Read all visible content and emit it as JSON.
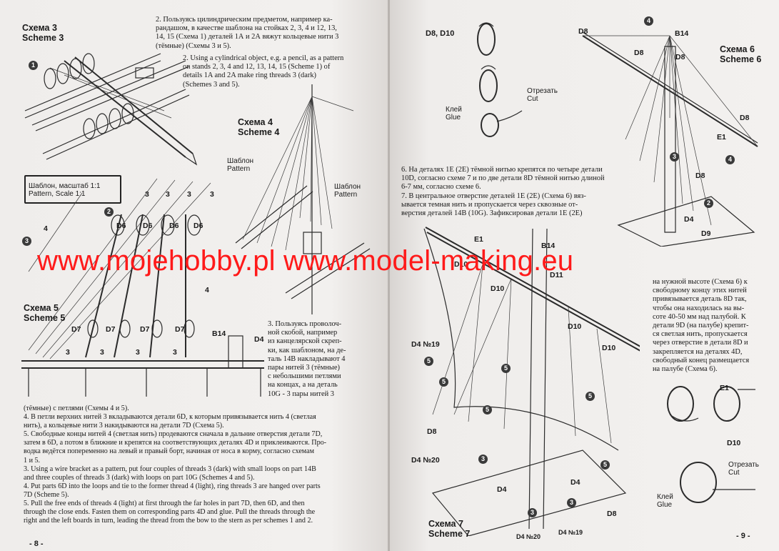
{
  "left_page": {
    "scheme3_title": [
      "Схема 3",
      "Scheme 3"
    ],
    "step2_ru": [
      "2. Пользуясь цилиндрическим предметом, например ка-",
      "рандашом, в качестве шаблона на стойках 2, 3, 4 и 12, 13,",
      "14, 15 (Схема 1) деталей 1А и 2А вяжут кольцевые нити 3",
      "(тёмные) (Схемы 3 и 5)."
    ],
    "step2_en": [
      "2. Using a cylindrical object, e.g. a pencil, as a pattern",
      "on stands 2, 3, 4 and 12, 13, 14, 15 (Scheme 1) of",
      "details 1A and 2A make ring threads 3 (dark)",
      "(Schemes 3 and 5)."
    ],
    "scheme4_title": [
      "Схема 4",
      "Scheme 4"
    ],
    "pattern_label_1": [
      "Шаблон",
      "Pattern"
    ],
    "pattern_label_2": [
      "Шаблон",
      "Pattern"
    ],
    "pattern_box": [
      "Шаблон, масштаб 1:1",
      "Pattern, Scale 1:1"
    ],
    "scheme5_title": [
      "Схема 5",
      "Scheme 5"
    ],
    "labels_d6": [
      "D6",
      "D6",
      "D6",
      "D6"
    ],
    "labels_d7": [
      "D7",
      "D7",
      "D7",
      "D7"
    ],
    "label_b14": "B14",
    "label_d4": "D4",
    "num_3": "3",
    "num_4": "4",
    "circ_1": "1",
    "circ_2": "2",
    "circ_3": "3",
    "step3_ru": [
      "3. Пользуясь проволоч-",
      "ной скобой, например",
      "из канцелярской скреп-",
      "ки, как шаблоном, на де-",
      "таль 14В накладывают 4",
      "пары нитей 3 (тёмные)",
      "с небольшими петлями",
      "на концах, а на деталь",
      "10G - 3 пары нитей 3"
    ],
    "bottom_text": [
      "(тёмные) с петлями (Схемы 4 и 5).",
      "4. В петли верхних нитей 3 вкладываются детали 6D, к которым привязывается нить 4 (светлая",
      "нить), а кольцевые нити 3 накидываются на детали 7D (Схема 5).",
      "5. Свободные концы нитей 4 (светлая нить) продеваются сначала в дальние отверстия детали 7D,",
      "затем в 6D, а потом в ближние и крепятся на соответствующих деталях 4D и приклеиваются. Про-",
      "водка ведётся попеременно на левый и правый борт, начиная от носа в корму, согласно схемам",
      "1 и 5.",
      "3. Using a wire bracket as a pattern, put four couples of threads 3 (dark) with small loops on part 14B",
      "and three couples of threads 3 (dark) with loops on part 10G (Schemes 4 and 5).",
      "4. Put parts 6D into the loops and tie to the former thread 4 (light), ring threads 3 are hanged over parts",
      "7D (Scheme 5).",
      "5. Pull the free ends of threads 4 (light) at first through the far holes in part 7D, then 6D, and then",
      "through the close ends. Fasten them on corresponding parts 4D and glue. Pull the threads through the",
      "right and the left boards in turn, leading the thread from the bow to the stern as per schemes 1 and 2."
    ],
    "page_number": "- 8 -"
  },
  "right_page": {
    "label_d8_d10": "D8,  D10",
    "cut_label": [
      "Отрезать",
      "Cut"
    ],
    "glue_label": [
      "Клей",
      "Glue"
    ],
    "scheme6_title": [
      "Схема 6",
      "Scheme 6"
    ],
    "label_d8": "D8",
    "label_b14": "B14",
    "label_e1": "E1",
    "label_d4": "D4",
    "label_d9": "D9",
    "label_d10": "D10",
    "label_d11": "D11",
    "circ_2": "2",
    "circ_3": "3",
    "circ_4": "4",
    "circ_5": "5",
    "step6_ru": [
      "6. На деталях 1Е (2Е) тёмной нитью крепятся по четыре детали",
      "10D, согласно схеме 7 и по две детали 8D тёмной нитью длиной",
      "6-7 мм, согласно схеме 6.",
      "7. В центральное отверстие деталей 1Е (2Е) (Схема 6) вяз-",
      "ывается темная нить и пропускается через сквозные от-",
      "верстия деталей 14В (10G). Зафиксировав детали 1Е (2Е)"
    ],
    "right_col_text": [
      "на нужной высоте (Схема 6) к",
      "свободному концу этих нитей",
      "привязывается деталь 8D так,",
      "чтобы она находилась на вы-",
      "соте 40-50 мм над палубой. К",
      "детали 9D (на палубе) крепит-",
      "ся светлая нить, пропускается",
      "через отверстие в детали 8D и",
      "закрепляется на деталях 4D,",
      "свободный конец размещается",
      "на палубе (Схема 6)."
    ],
    "label_d4_19": "D4 №19",
    "label_d4_20": "D4 №20",
    "label_d4_20b": "D4 №20",
    "label_d4_19b": "D4 №19",
    "scheme7_title": [
      "Схема 7",
      "Scheme 7"
    ],
    "page_number": "- 9 -"
  },
  "watermark": "www.mojehobby.pl www.model-making.eu"
}
